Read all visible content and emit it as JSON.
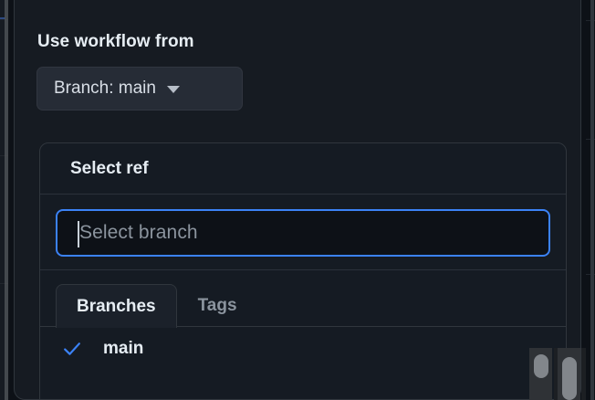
{
  "dialog": {
    "title": "Use workflow from",
    "branch_button": {
      "label": "Branch: main",
      "caret_icon": "chevron-down-icon"
    }
  },
  "ref_panel": {
    "title": "Select ref",
    "search": {
      "value": "",
      "placeholder": "Select branch",
      "focused": true,
      "focus_ring_color": "#3b82f6"
    },
    "tabs": [
      {
        "label": "Branches",
        "selected": true
      },
      {
        "label": "Tags",
        "selected": false
      }
    ],
    "list": [
      {
        "label": "main",
        "selected": true,
        "check_icon": "check-icon"
      }
    ]
  },
  "scrollbars": [
    {
      "name": "outer-page-scrollbar"
    },
    {
      "name": "inner-panel-scrollbar"
    }
  ],
  "colors": {
    "page_background": "#0d1117",
    "dialog_background": "#161b22",
    "panel_background": "#151b23",
    "input_background": "#0d1117",
    "border": "#30363d",
    "accent_blue": "#3b82f6",
    "text_primary": "#e6edf3",
    "text_muted": "#8b949e",
    "button_background": "#262c36"
  }
}
